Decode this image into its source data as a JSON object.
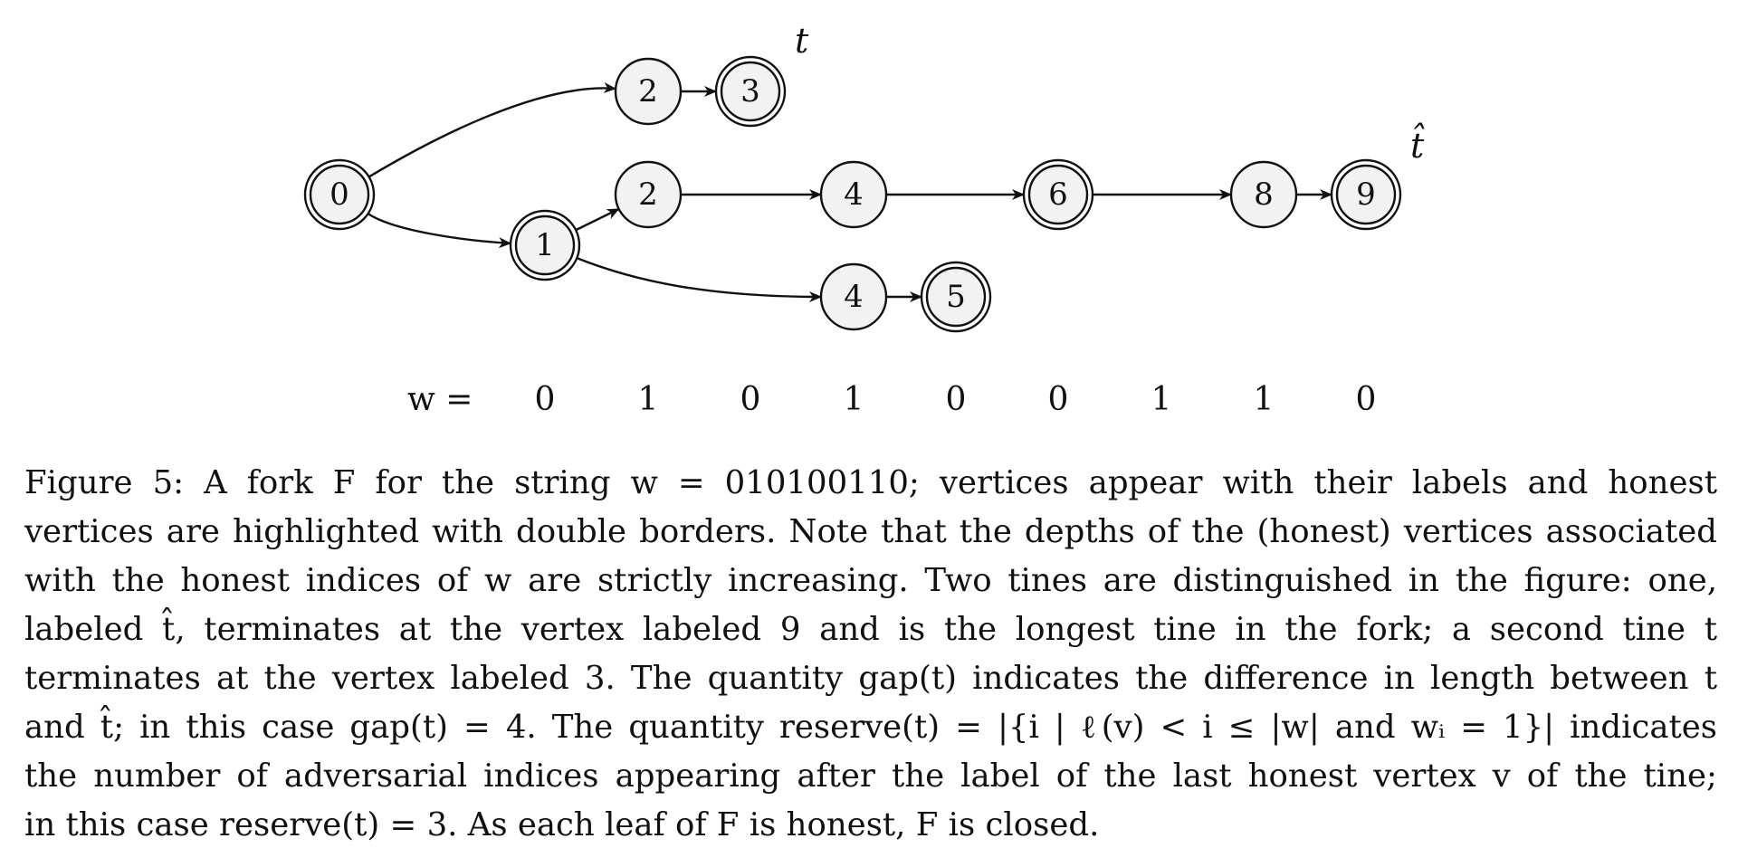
{
  "figure": {
    "nodes": [
      {
        "id": "n0",
        "label": "0",
        "honest": true
      },
      {
        "id": "n1",
        "label": "1",
        "honest": true
      },
      {
        "id": "n2a",
        "label": "2",
        "honest": false
      },
      {
        "id": "n3",
        "label": "3",
        "honest": true
      },
      {
        "id": "n2b",
        "label": "2",
        "honest": false
      },
      {
        "id": "n4a",
        "label": "4",
        "honest": false
      },
      {
        "id": "n6",
        "label": "6",
        "honest": true
      },
      {
        "id": "n8",
        "label": "8",
        "honest": false
      },
      {
        "id": "n9",
        "label": "9",
        "honest": true
      },
      {
        "id": "n4b",
        "label": "4",
        "honest": false
      },
      {
        "id": "n5",
        "label": "5",
        "honest": true
      }
    ],
    "edges": [
      {
        "from": "n0",
        "to": "n2a"
      },
      {
        "from": "n2a",
        "to": "n3"
      },
      {
        "from": "n0",
        "to": "n1"
      },
      {
        "from": "n1",
        "to": "n2b"
      },
      {
        "from": "n2b",
        "to": "n4a"
      },
      {
        "from": "n4a",
        "to": "n6"
      },
      {
        "from": "n6",
        "to": "n8"
      },
      {
        "from": "n8",
        "to": "n9"
      },
      {
        "from": "n1",
        "to": "n4b"
      },
      {
        "from": "n4b",
        "to": "n5"
      }
    ],
    "tine_labels": {
      "t": "t",
      "t_hat": "t̂"
    },
    "string_label": "w =",
    "string_digits": [
      "0",
      "1",
      "0",
      "1",
      "0",
      "0",
      "1",
      "1",
      "0"
    ]
  },
  "caption": {
    "lines": [
      "Figure 5:  A fork F for the string w = 010100110; vertices appear with their labels and honest",
      "vertices are highlighted with double borders.  Note that the depths of the (honest) vertices associated",
      "with the honest indices of w are strictly increasing.  Two tines are distinguished in the figure:  one,",
      "labeled t̂, terminates at the vertex labeled 9 and is the longest tine in the fork; a second tine t",
      "terminates at the vertex labeled 3.  The quantity gap(t) indicates the difference in length between t",
      "and t̂; in this case gap(t) = 4.  The quantity reserve(t) = |{i | ℓ(v) < i ≤ |w| and wᵢ = 1}| indicates",
      "the number of adversarial indices appearing after the label of the last honest vertex v of the tine;",
      "in this case reserve(t) = 3.  As each leaf of F is honest, F is closed."
    ]
  }
}
